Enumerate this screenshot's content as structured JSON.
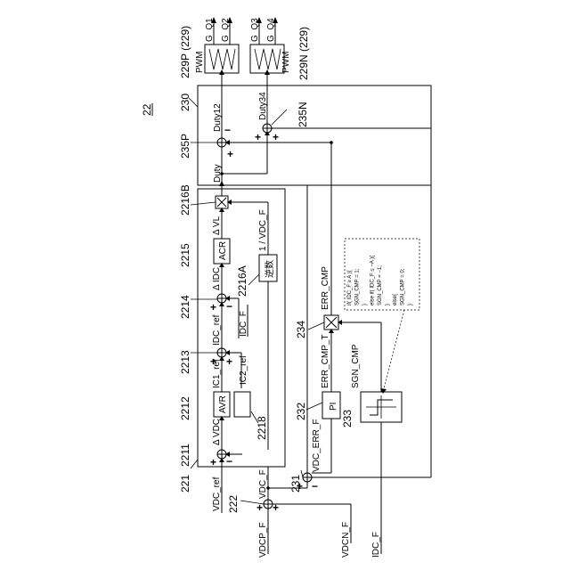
{
  "figure_label": "22",
  "refs": {
    "r229p": "229P (229)",
    "r229n": "229N (229)",
    "r230": "230",
    "r235n": "235N",
    "r235p": "235P",
    "r2216b": "2216B",
    "r2215": "2215",
    "r2216a": "2216A",
    "r2214": "2214",
    "r2213": "2213",
    "r2212": "2212",
    "r2211": "2211",
    "r2218": "2218",
    "r221": "221",
    "r222": "222",
    "r231": "231",
    "r232": "232",
    "r233": "233",
    "r234": "234"
  },
  "blocks": {
    "pwm_p": "PWM",
    "pwm_n": "PWM",
    "acr": "ACR",
    "avr": "AVR",
    "inv": "逆数",
    "pi": "PI",
    "sgn": "SGN_CMP"
  },
  "signals": {
    "g_q1": "G_Q1",
    "g_q2": "G_Q2",
    "g_q3": "G_Q3",
    "g_q4": "G_Q4",
    "duty12": "Duty12",
    "duty34": "Duty34",
    "duty": "Duty",
    "delta_vl": "Δ VL",
    "one_over_vdcf": "1 / VDC_F",
    "delta_idc": "Δ IDC",
    "idc_ref": "IDC_ref",
    "idc_f_label": "IDC_F",
    "ic1_ref": "IC1_ref",
    "ic2_ref": "IC2_ref",
    "delta_vdc": "Δ VDC",
    "vdc_ref": "VDC_ref",
    "vdc_f": "VDC_F",
    "vdcp_f": "VDCP_F",
    "vdcn_f": "VDCN_F",
    "idc_f_in": "IDC_F",
    "vdc_err_f": "VDC_ERR_F",
    "err_cmp_t": "ERR_CMP_T",
    "err_cmp": "ERR_CMP"
  },
  "code": [
    "if( IDC_F ≥ A ){",
    "  SGN_CMP = 1;",
    "}",
    "else if( IDC_F ≤ −A ){",
    "  SGN_CMP = −1;",
    "}",
    "else{",
    "  SGN_CMP = 0;",
    "}"
  ],
  "signs": {
    "s235p_a": "+",
    "s235p_b": "−",
    "s235n_a": "+",
    "s235n_b": "+",
    "s2214_a": "+",
    "s2214_b": "−",
    "s2213_a": "+",
    "s2213_b": "+",
    "s2211_a": "+",
    "s2211_b": "−",
    "s222_a": "+",
    "s222_b": "+",
    "s231_a": "+",
    "s231_b": "−"
  }
}
